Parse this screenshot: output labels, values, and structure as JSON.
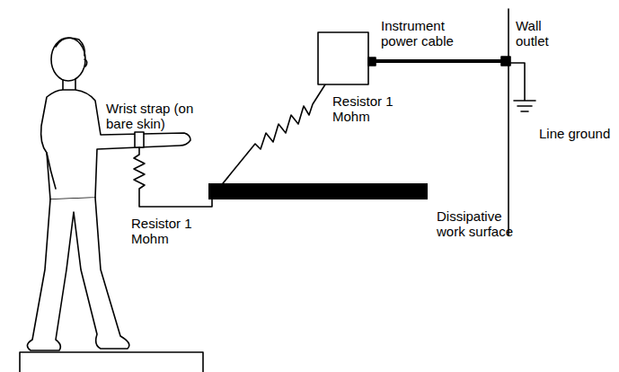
{
  "diagram": {
    "labels": [
      "Instrument power cable",
      "Wall outlet",
      "Wrist strap (on bare skin)",
      "Resistor 1 Mohm",
      "Line ground",
      "Dissipative work surface",
      "Resistor 1 Mohm"
    ]
  }
}
